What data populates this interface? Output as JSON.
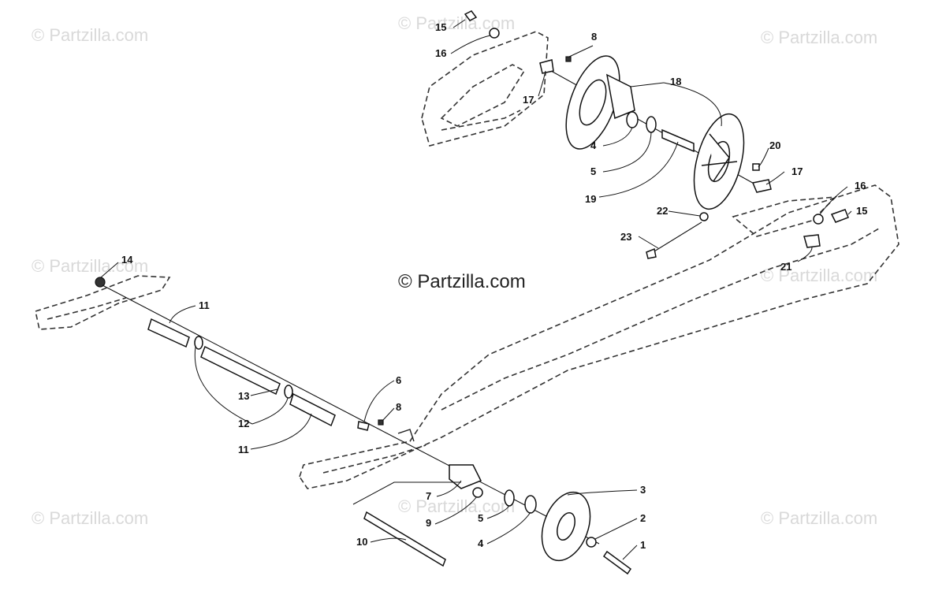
{
  "watermark": {
    "text": "© Partzilla.com",
    "center_text": "© Partzilla.com"
  },
  "callouts": [
    "15",
    "16",
    "8",
    "18",
    "17",
    "4",
    "5",
    "20",
    "19",
    "17",
    "16",
    "22",
    "15",
    "23",
    "21",
    "14",
    "11",
    "13",
    "12",
    "11",
    "6",
    "8",
    "7",
    "3",
    "2",
    "9",
    "5",
    "1",
    "4",
    "10"
  ],
  "colors": {
    "line": "#111111",
    "watermark": "#d9d9d9",
    "background": "#ffffff"
  }
}
